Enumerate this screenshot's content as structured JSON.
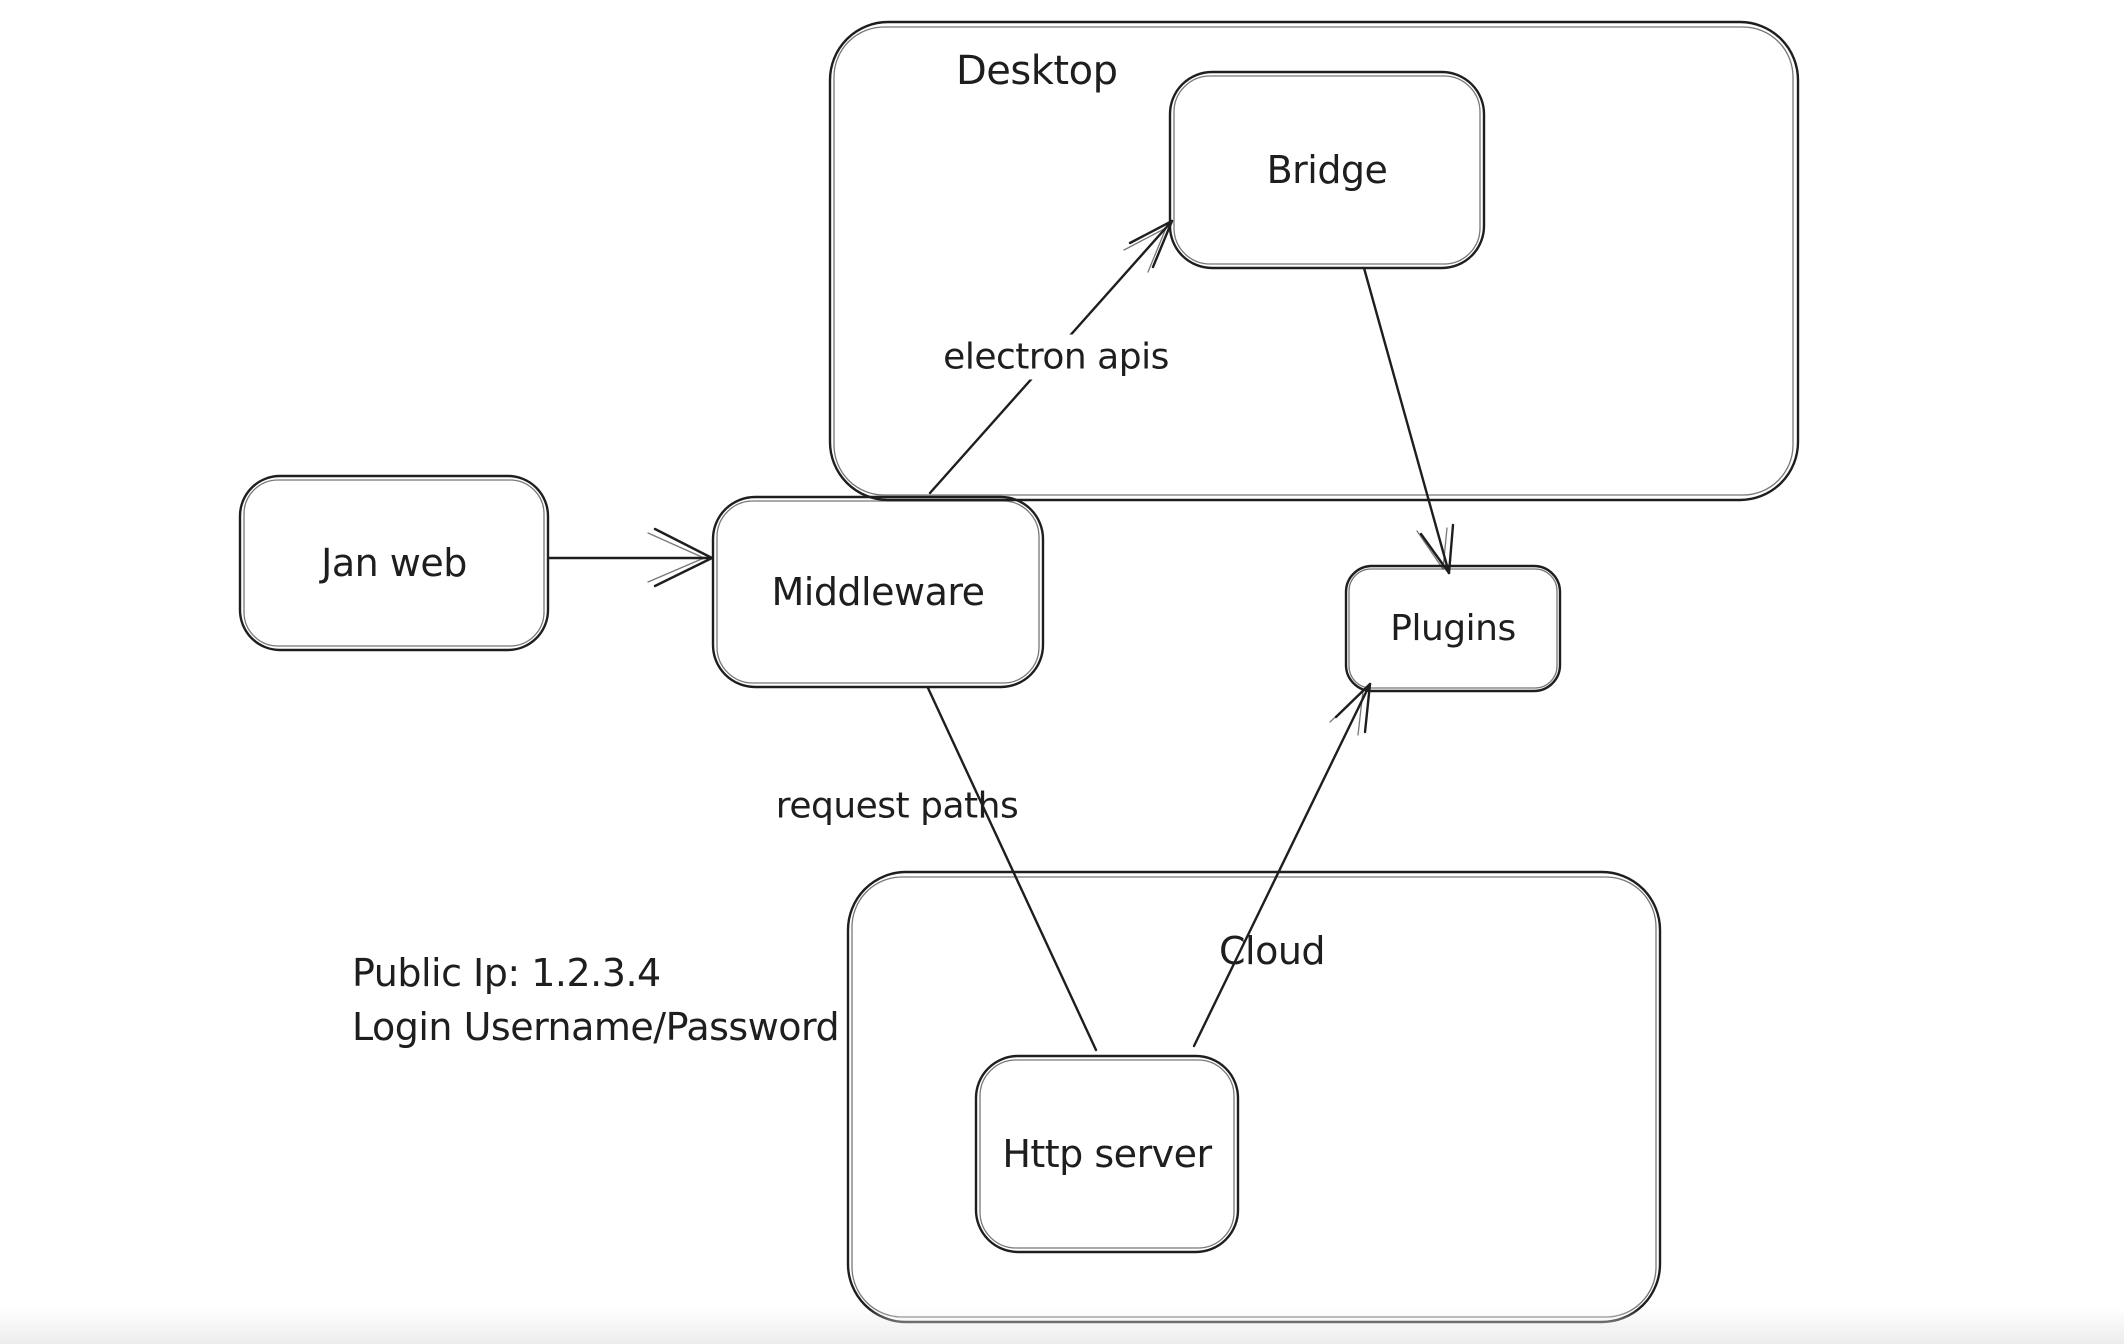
{
  "app": {
    "type": "hand-drawn architecture diagram canvas",
    "colors": {
      "stroke": "#1e1e1e",
      "background": "#ffffff",
      "bottom_fade": "#ececec"
    }
  },
  "containers": [
    {
      "id": "desktop",
      "label": "Desktop"
    },
    {
      "id": "cloud",
      "label": "Cloud"
    }
  ],
  "nodes": [
    {
      "id": "jan-web",
      "label": "Jan web"
    },
    {
      "id": "middleware",
      "label": "Middleware"
    },
    {
      "id": "bridge",
      "label": "Bridge"
    },
    {
      "id": "plugins",
      "label": "Plugins"
    },
    {
      "id": "http-server",
      "label": "Http server"
    }
  ],
  "edges": [
    {
      "id": "janweb-to-middleware",
      "from": "Jan web",
      "to": "Middleware",
      "label": "",
      "arrowhead": "end"
    },
    {
      "id": "middleware-to-bridge",
      "from": "Middleware",
      "to": "Bridge",
      "label": "electron apis",
      "arrowhead": "end"
    },
    {
      "id": "bridge-to-plugins",
      "from": "Bridge",
      "to": "Plugins",
      "label": "",
      "arrowhead": "end"
    },
    {
      "id": "middleware-to-httpserver",
      "from": "Middleware",
      "to": "Http server",
      "label": "request paths",
      "arrowhead": "none"
    },
    {
      "id": "httpserver-to-plugins",
      "from": "Http server",
      "to": "Plugins",
      "label": "",
      "arrowhead": "end"
    }
  ],
  "note": {
    "lines": [
      "Public Ip: 1.2.3.4",
      "Login Username/Password"
    ]
  }
}
